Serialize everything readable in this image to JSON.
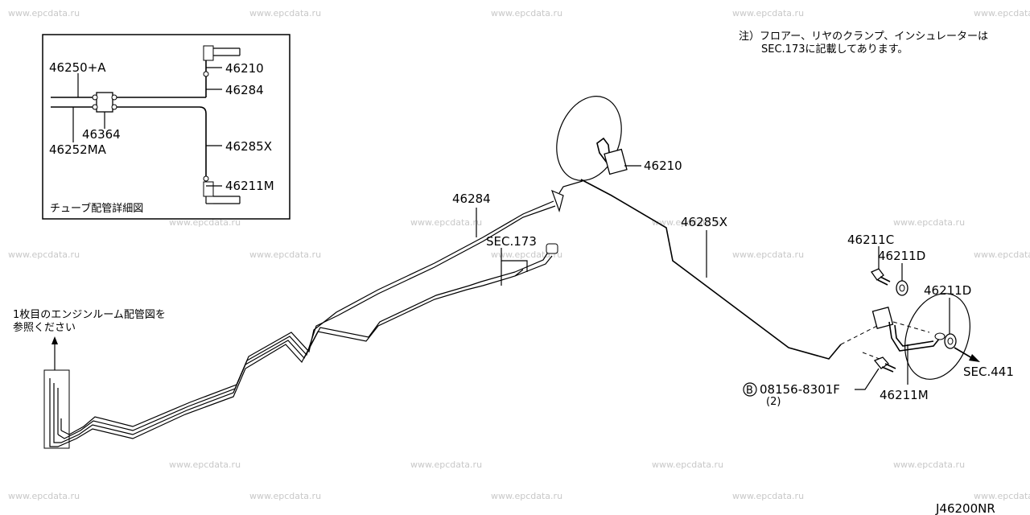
{
  "watermark": "www.epcdata.ru",
  "note": {
    "line1": "注）フロアー、リヤのクランプ、インシュレーターは",
    "line2": "SEC.173に記載してあります。"
  },
  "inset": {
    "caption": "チューブ配管詳細図",
    "labels": {
      "p46250a": "46250+A",
      "p46210": "46210",
      "p46284": "46284",
      "p46364": "46364",
      "p46252ma": "46252MA",
      "p46285x": "46285X",
      "p46211m": "46211M"
    }
  },
  "main": {
    "labels": {
      "p46210": "46210",
      "p46284": "46284",
      "p46285x": "46285X",
      "p46211c": "46211C",
      "p46211d_a": "46211D",
      "p46211d_b": "46211D",
      "sec173": "SEC.173",
      "sec441": "SEC.441",
      "bolt_mark": "B",
      "bolt_code": "08156-8301F",
      "bolt_qty": "(2)",
      "p46211m": "46211M"
    },
    "engine_ref": {
      "line1": "1枚目のエンジンルーム配管図を",
      "line2": "参照ください"
    }
  },
  "diagram_code": "J46200NR"
}
